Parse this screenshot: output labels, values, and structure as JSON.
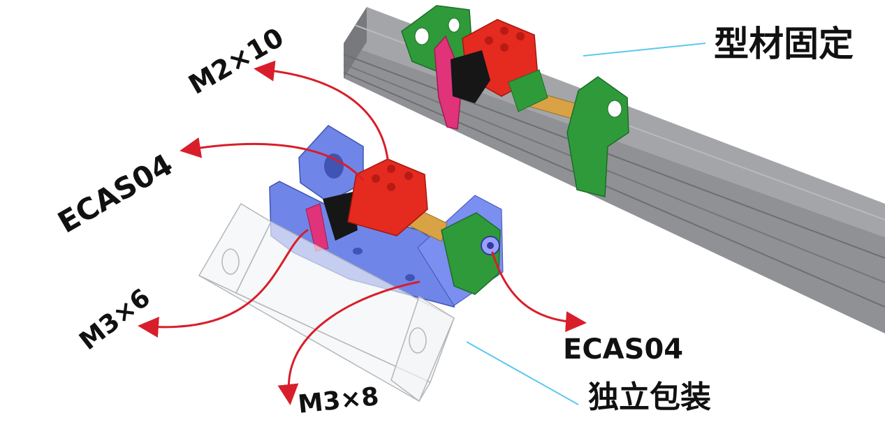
{
  "labels": {
    "m2x10": "M2×10",
    "ecas04_left": "ECAS04",
    "m3x6": "M3×6",
    "m3x8": "M3×8",
    "ecas04_right": "ECAS04",
    "profile_mount": "型材固定",
    "standalone_pack": "独立包装"
  },
  "colors": {
    "arrow_red": "#d81e2a",
    "leader_blue": "#5bc8ef",
    "rail_gray": "#8f9195",
    "mount_green": "#2f9a3a",
    "carriage_red": "#e52a20",
    "base_blue": "#6f86e8",
    "clip_pink": "#e0337a",
    "slider_gold": "#d9a245",
    "shell_clear": "#f3f4f6"
  }
}
